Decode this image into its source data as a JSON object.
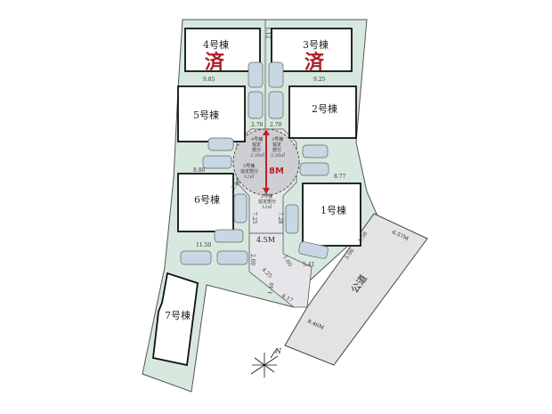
{
  "buildings": {
    "b1": "1号棟",
    "b2": "2号棟",
    "b3": "3号棟",
    "b4": "4号棟",
    "b5": "5号棟",
    "b6": "6号棟",
    "b7": "7号棟"
  },
  "sold_mark": "済",
  "road": {
    "public_road": "公道",
    "private_width": "8M",
    "access_width": "4.5M",
    "public_width_top": "6.57M",
    "public_width_bottom": "8.46M"
  },
  "shared_areas": {
    "a4": [
      "4号棟",
      "協定",
      "部分",
      "2.35㎡"
    ],
    "a3": [
      "3号棟",
      "協定",
      "部分",
      "2.35㎡"
    ],
    "a5": [
      "5号棟",
      "協定部分",
      "12㎡"
    ],
    "a2": [
      "2号棟",
      "協定部分",
      "12㎡"
    ]
  },
  "dimensions": {
    "d1": "9.85",
    "d2": "9.25",
    "d3": "2.70",
    "d4": "2.70",
    "d5": "1.12",
    "d6": "8.80",
    "d7": "8.77",
    "d8": "7.25",
    "d9": "7.28",
    "d10": "11.50",
    "d11": "2.00",
    "d12": "4.25",
    "d13": "4.17",
    "d14": "1.40",
    "d15": "5.41",
    "d16": "3.06",
    "d17": "1.58",
    "d18": "1.60",
    "d19": "2.46"
  },
  "compass": "N",
  "colors": {
    "lot": "#d7e8de",
    "road": "#e3e3e6",
    "sold": "#b01c24",
    "accent": "#c0202a"
  }
}
